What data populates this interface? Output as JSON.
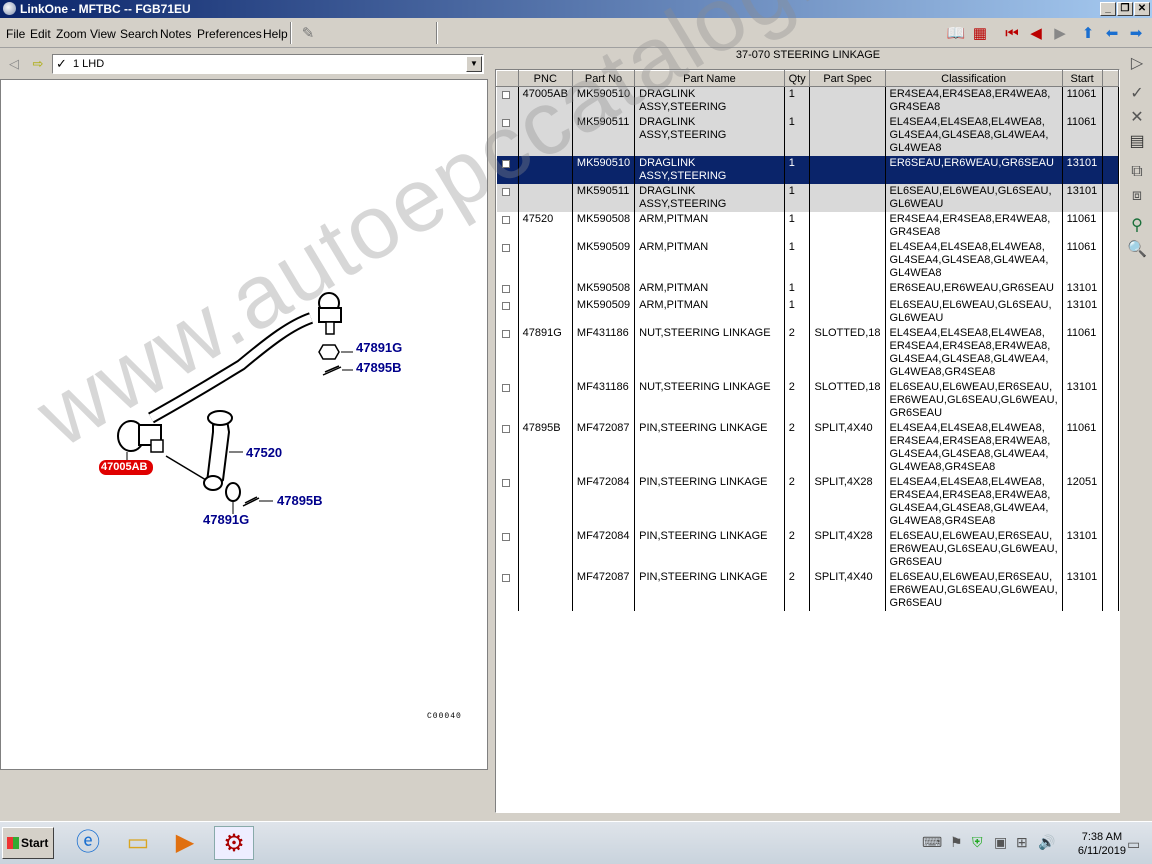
{
  "window": {
    "title": "LinkOne - MFTBC -- FGB71EU"
  },
  "menu": [
    {
      "label": "File"
    },
    {
      "label": "Edit"
    },
    {
      "label": "Zoom"
    },
    {
      "label": "View"
    },
    {
      "label": "Search"
    },
    {
      "label": "Notes"
    },
    {
      "label": "Preferences"
    },
    {
      "label": "Help"
    }
  ],
  "left": {
    "filter_value": "1 LHD",
    "diagram_code": "C00040",
    "callouts": [
      "47891G",
      "47895B",
      "47520",
      "47005AB",
      "47895B",
      "47891G"
    ]
  },
  "section_title": "37-070 STEERING LINKAGE",
  "columns": [
    "",
    "PNC",
    "Part No",
    "Part Name",
    "Qty",
    "Part Spec",
    "Classification",
    "Start"
  ],
  "rows": [
    {
      "pnc": "47005AB",
      "part_no": "MK590510",
      "name": "DRAGLINK ASSY,STEERING",
      "qty": "1",
      "spec": "",
      "class": "ER4SEA4,ER4SEA8,ER4WEA8,\nGR4SEA8",
      "start": "11061",
      "style": "gray"
    },
    {
      "pnc": "",
      "part_no": "MK590511",
      "name": "DRAGLINK ASSY,STEERING",
      "qty": "1",
      "spec": "",
      "class": "EL4SEA4,EL4SEA8,EL4WEA8,\nGL4SEA4,GL4SEA8,GL4WEA4,\nGL4WEA8",
      "start": "11061",
      "style": "gray"
    },
    {
      "pnc": "",
      "part_no": "MK590510",
      "name": "DRAGLINK ASSY,STEERING",
      "qty": "1",
      "spec": "",
      "class": "ER6SEAU,ER6WEAU,GR6SEAU",
      "start": "13101",
      "style": "sel"
    },
    {
      "pnc": "",
      "part_no": "MK590511",
      "name": "DRAGLINK ASSY,STEERING",
      "qty": "1",
      "spec": "",
      "class": "EL6SEAU,EL6WEAU,GL6SEAU,\nGL6WEAU",
      "start": "13101",
      "style": "gray"
    },
    {
      "pnc": "47520",
      "part_no": "MK590508",
      "name": "ARM,PITMAN",
      "qty": "1",
      "spec": "",
      "class": "ER4SEA4,ER4SEA8,ER4WEA8,\nGR4SEA8",
      "start": "11061",
      "style": ""
    },
    {
      "pnc": "",
      "part_no": "MK590509",
      "name": "ARM,PITMAN",
      "qty": "1",
      "spec": "",
      "class": "EL4SEA4,EL4SEA8,EL4WEA8,\nGL4SEA4,GL4SEA8,GL4WEA4,\nGL4WEA8",
      "start": "11061",
      "style": ""
    },
    {
      "pnc": "",
      "part_no": "MK590508",
      "name": "ARM,PITMAN",
      "qty": "1",
      "spec": "",
      "class": "ER6SEAU,ER6WEAU,GR6SEAU",
      "start": "13101",
      "style": ""
    },
    {
      "pnc": "",
      "part_no": "MK590509",
      "name": "ARM,PITMAN",
      "qty": "1",
      "spec": "",
      "class": "EL6SEAU,EL6WEAU,GL6SEAU,\nGL6WEAU",
      "start": "13101",
      "style": ""
    },
    {
      "pnc": "47891G",
      "part_no": "MF431186",
      "name": "NUT,STEERING LINKAGE",
      "qty": "2",
      "spec": "SLOTTED,18",
      "class": "EL4SEA4,EL4SEA8,EL4WEA8,\nER4SEA4,ER4SEA8,ER4WEA8,\nGL4SEA4,GL4SEA8,GL4WEA4,\nGL4WEA8,GR4SEA8",
      "start": "11061",
      "style": ""
    },
    {
      "pnc": "",
      "part_no": "MF431186",
      "name": "NUT,STEERING LINKAGE",
      "qty": "2",
      "spec": "SLOTTED,18",
      "class": "EL6SEAU,EL6WEAU,ER6SEAU,\nER6WEAU,GL6SEAU,GL6WEAU,\nGR6SEAU",
      "start": "13101",
      "style": ""
    },
    {
      "pnc": "47895B",
      "part_no": "MF472087",
      "name": "PIN,STEERING LINKAGE",
      "qty": "2",
      "spec": "SPLIT,4X40",
      "class": "EL4SEA4,EL4SEA8,EL4WEA8,\nER4SEA4,ER4SEA8,ER4WEA8,\nGL4SEA4,GL4SEA8,GL4WEA4,\nGL4WEA8,GR4SEA8",
      "start": "11061",
      "style": ""
    },
    {
      "pnc": "",
      "part_no": "MF472084",
      "name": "PIN,STEERING LINKAGE",
      "qty": "2",
      "spec": "SPLIT,4X28",
      "class": "EL4SEA4,EL4SEA8,EL4WEA8,\nER4SEA4,ER4SEA8,ER4WEA8,\nGL4SEA4,GL4SEA8,GL4WEA4,\nGL4WEA8,GR4SEA8",
      "start": "12051",
      "style": ""
    },
    {
      "pnc": "",
      "part_no": "MF472084",
      "name": "PIN,STEERING LINKAGE",
      "qty": "2",
      "spec": "SPLIT,4X28",
      "class": "EL6SEAU,EL6WEAU,ER6SEAU,\nER6WEAU,GL6SEAU,GL6WEAU,\nGR6SEAU",
      "start": "13101",
      "style": ""
    },
    {
      "pnc": "",
      "part_no": "MF472087",
      "name": "PIN,STEERING LINKAGE",
      "qty": "2",
      "spec": "SPLIT,4X40",
      "class": "EL6SEAU,EL6WEAU,ER6SEAU,\nER6WEAU,GL6SEAU,GL6WEAU,\nGR6SEAU",
      "start": "13101",
      "style": ""
    }
  ],
  "taskbar": {
    "start_label": "Start",
    "time": "7:38 AM",
    "date": "6/11/2019"
  },
  "watermark": "www.autoepccatalog.com",
  "colors": {
    "selection": "#0a246a",
    "callout": "#00008b",
    "highlight": "#e00000"
  }
}
